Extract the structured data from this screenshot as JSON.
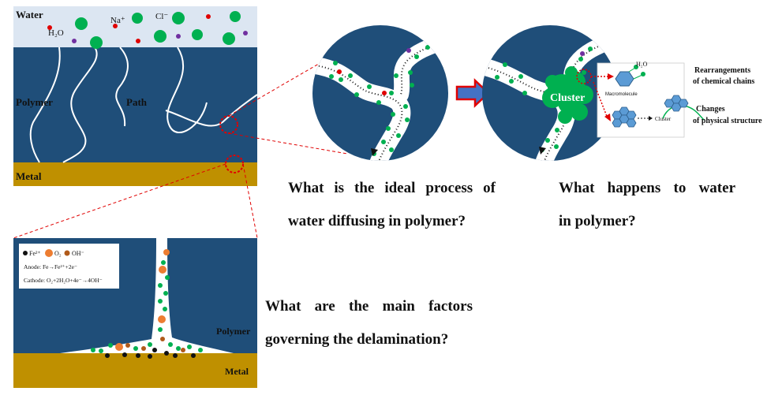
{
  "panel_top": {
    "water_label": "Water",
    "h2o_label": "H₂O",
    "na_label": "Na⁺",
    "cl_label": "Cl⁻",
    "polymer_label": "Polymer",
    "path_label": "Path",
    "metal_label": "Metal"
  },
  "panel_bottom": {
    "legend_fe": "Fe²⁺",
    "legend_o2": "O₂",
    "legend_oh": "OH⁻",
    "anode_text": "Anode: Fe→Fe²⁺+2e⁻",
    "cathode_text": "Cathode: O₂+2H₂O+4e⁻→4OH⁻",
    "polymer_label": "Polymer",
    "metal_label": "Metal"
  },
  "circles": {
    "cluster_label": "Cluster",
    "h2o_label": "H₂O",
    "macromolecule_label": "Macromolecule",
    "cluster_small_label": "Cluster",
    "rearrangements_line1": "Rearrangements",
    "rearrangements_line2": "of chemical chains",
    "changes_line1": "Changes",
    "changes_line2": "of physical structure"
  },
  "questions": {
    "q1_line1": "What is the ideal process of",
    "q1_line2": "water diffusing in polymer?",
    "q2_line1": "What happens to water",
    "q2_line2": "in polymer?",
    "q3_line1": "What are the main factors",
    "q3_line2": "governing the delamination?"
  },
  "colors": {
    "polymer": "#1f4e79",
    "water": "#dce6f2",
    "metal": "#bf9000",
    "ion_green": "#00b050",
    "ion_red": "#e00000",
    "ion_purple": "#7030a0",
    "o2_orange": "#ed7d31",
    "oh_brown": "#b05a1a",
    "arrow_fill": "#4472c4",
    "arrow_stroke": "#e00000"
  }
}
